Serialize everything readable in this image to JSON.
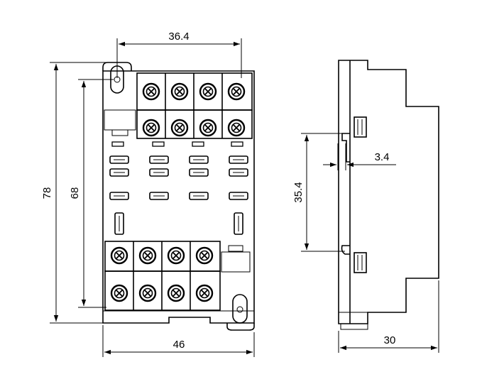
{
  "front_view": {
    "dim_top": "36.4",
    "dim_height_outer": "78",
    "dim_height_inner": "68",
    "dim_width": "46"
  },
  "side_view": {
    "dim_rail_gap": "35.4",
    "dim_hook": "3.4",
    "dim_depth": "30"
  }
}
